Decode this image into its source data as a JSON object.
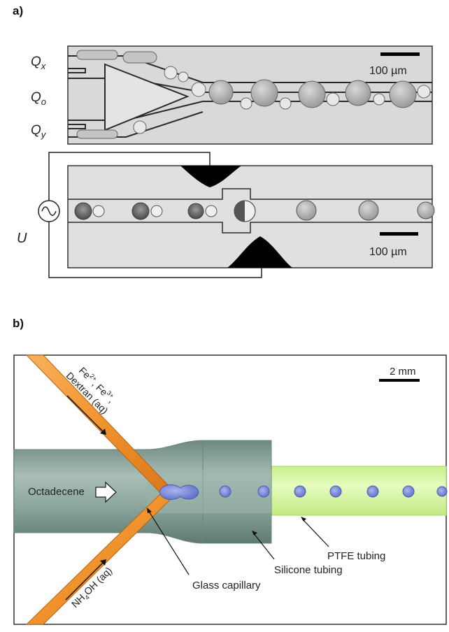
{
  "panel_a": {
    "label": "a)",
    "flow_labels": {
      "qx": "Q",
      "qx_sub": "x",
      "qo": "Q",
      "qo_sub": "o",
      "qy": "Q",
      "qy_sub": "y"
    },
    "voltage_label": "U",
    "scale_bar_top": "100 µm",
    "scale_bar_bottom": "100 µm"
  },
  "panel_b": {
    "label": "b)",
    "scale_bar": "2 mm",
    "reagent_top_line1": "Fe",
    "reagent_top_sup1": "2+",
    "reagent_top_sep": ", Fe",
    "reagent_top_sup2": "3+",
    "reagent_top_tail": ",",
    "reagent_top_line2": "Dextran (aq)",
    "reagent_bottom_pre": "NH",
    "reagent_bottom_sub": "4",
    "reagent_bottom_post": "OH (aq)",
    "oil_label": "Octadecene",
    "label_ptfe": "PTFE tubing",
    "label_silicone": "Silicone tubing",
    "label_capillary": "Glass capillary"
  },
  "colors": {
    "capillary_orange": "#f0932e",
    "silicone_grey": "#7e9c92",
    "ptfe_green": "#d9f7a8",
    "droplet_blue": "#7f8fd8"
  }
}
